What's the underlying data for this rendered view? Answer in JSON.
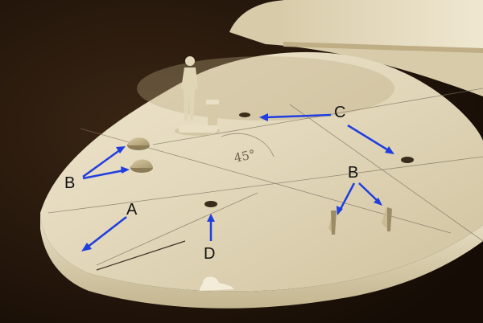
{
  "labels": {
    "a": "A",
    "b_left": "B",
    "b_right": "B",
    "c": "C",
    "d": "D"
  },
  "markings": {
    "angle": "45°"
  },
  "colors": {
    "arrow": "#1f3ee0",
    "deck": "#e6dcc2",
    "background": "#1e1208",
    "label_text": "#111111"
  }
}
